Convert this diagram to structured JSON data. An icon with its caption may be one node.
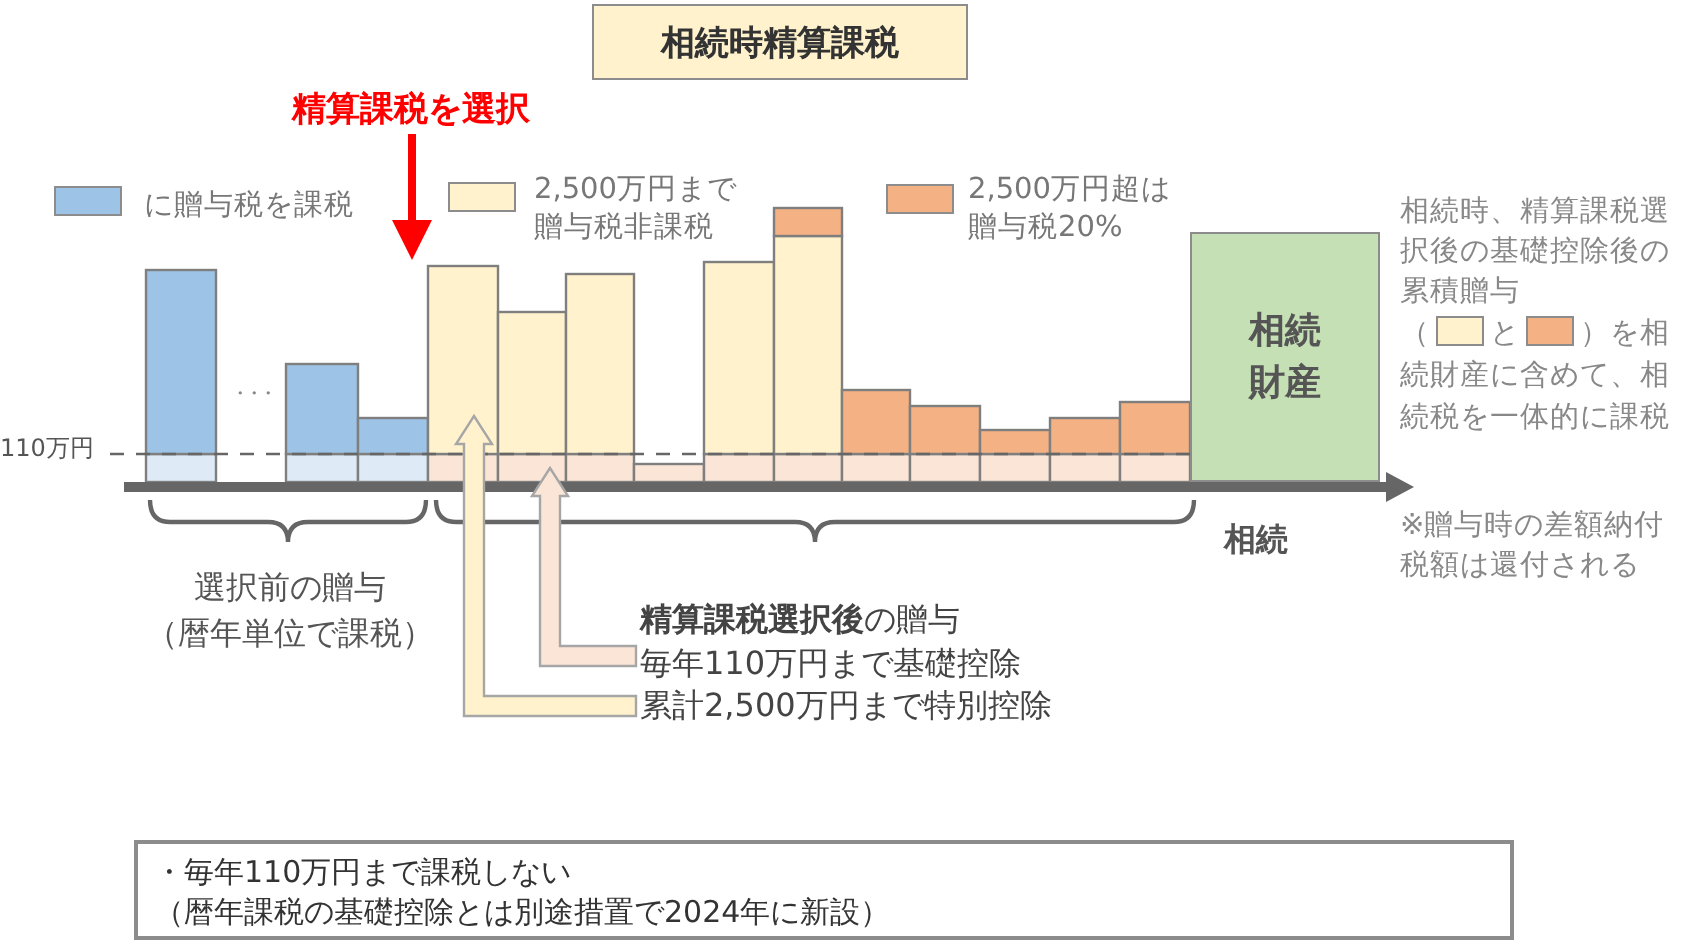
{
  "diagram": {
    "title": "相続時精算課税",
    "nodes": [
      {
        "text": [
          "精算課税を選択"
        ]
      },
      {
        "text": [
          "相続財産"
        ]
      },
      {
        "text": [
          "**精算課税選択後**の贈与",
          "毎年110万円まで基礎控除",
          "累計2,500万円まで特別控除"
        ]
      },
      {
        "text": [
          "・毎年110万円まで課税しない",
          "（暦年課税の基礎控除とは別途措置で2024年に新設）"
        ]
      }
    ],
    "edges": [
      {
        "from": 0,
        "to": null,
        "arrow": "to",
        "color": "#ff0000"
      },
      {
        "from": 2,
        "to": null,
        "arrow": "to",
        "color": "#fff2cc"
      },
      {
        "from": 2,
        "to": null,
        "arrow": "to",
        "color": "#fbe5d6"
      }
    ],
    "labels": [
      "110万円",
      "・・・",
      "選択前の贈与",
      "（暦年単位で課税）",
      "相続",
      "相続時、精算課税選択後の基礎控除後の累積贈与",
      "（",
      "と",
      "）を相続財産に含めて、相続税を一体的に課税",
      "※贈与時の差額納付税額は還付される"
    ],
    "legend": [
      {
        "text": "に贈与税を課税",
        "color": "#9dc3e6"
      },
      {
        "text": "2,500万円まで贈与税非課税",
        "color": "#fff2cc"
      },
      {
        "text": "2,500万円超は贈与税20%",
        "color": "#f4b183"
      }
    ]
  }
}
